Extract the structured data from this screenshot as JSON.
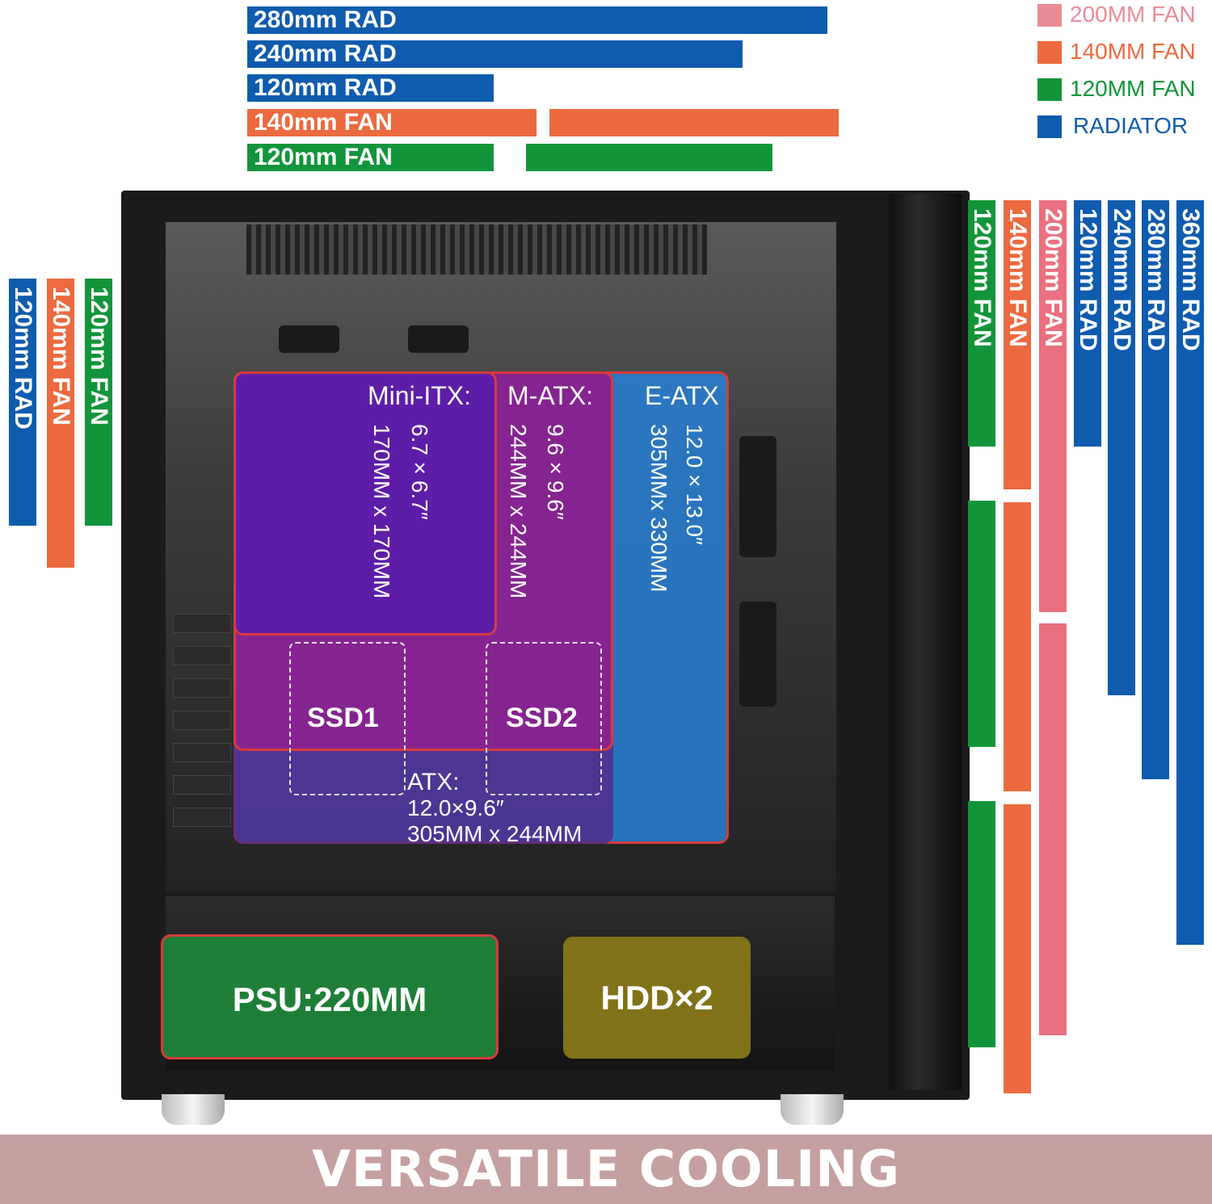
{
  "colors": {
    "radiator": "#0f5bad",
    "fan140": "#ec6a3f",
    "fan120": "#12953a",
    "fan200": "#ea7080",
    "ssd": "#7a1f87",
    "atx": "#4e2a88",
    "matx": "#8a2290",
    "mini_itx": "#5b1ea8",
    "eatx": "#2a7fd0",
    "psu": "#1f8a3a",
    "hdd": "#8a7a1a",
    "banner": "#c69fa1"
  },
  "legend": [
    {
      "label": "200MM FAN",
      "color": "#ea8c98",
      "text_color": "#ea8c98"
    },
    {
      "label": "140MM FAN",
      "color": "#ec6a3f",
      "text_color": "#ec6a3f"
    },
    {
      "label": "120MM FAN",
      "color": "#12953a",
      "text_color": "#12953a"
    },
    {
      "label": "RADIATOR",
      "color": "#0f5bad",
      "text_color": "#0f5bad"
    }
  ],
  "top_bars": [
    {
      "label": "280mm RAD",
      "color": "#0f5bad"
    },
    {
      "label": "240mm RAD",
      "color": "#0f5bad"
    },
    {
      "label": "120mm RAD",
      "color": "#0f5bad"
    },
    {
      "label": "140mm FAN",
      "color": "#ec6a3f"
    },
    {
      "label": "120mm FAN",
      "color": "#12953a"
    }
  ],
  "rear_bars": [
    {
      "label": "120mm RAD",
      "color": "#0f5bad"
    },
    {
      "label": "140mm FAN",
      "color": "#ec6a3f"
    },
    {
      "label": "120mm FAN",
      "color": "#12953a"
    }
  ],
  "front_bars": [
    {
      "label": "120mm FAN",
      "color": "#12953a"
    },
    {
      "label": "140mm FAN",
      "color": "#ec6a3f"
    },
    {
      "label": "200mm FAN",
      "color": "#ea7080"
    },
    {
      "label": "120mm RAD",
      "color": "#0f5bad"
    },
    {
      "label": "240mm RAD",
      "color": "#0f5bad"
    },
    {
      "label": "280mm RAD",
      "color": "#0f5bad"
    },
    {
      "label": "360mm RAD",
      "color": "#0f5bad"
    }
  ],
  "boards": {
    "mini_itx": {
      "title": "Mini-ITX:",
      "inch": "6.7×6.7″",
      "mm": "170MM x 170MM"
    },
    "matx": {
      "title": "M-ATX:",
      "inch": "9.6×9.6″",
      "mm": "244MM x 244MM"
    },
    "eatx": {
      "title": "E-ATX",
      "inch": "12.0×13.0″",
      "mm": "305MMx 330MM"
    },
    "atx": {
      "title": "ATX:",
      "inch": "12.0×9.6″",
      "mm": "305MM x 244MM"
    }
  },
  "ssd": [
    "SSD1",
    "SSD2"
  ],
  "psu": "PSU:220MM",
  "hdd": "HDD×2",
  "banner": "VERSATILE COOLING"
}
